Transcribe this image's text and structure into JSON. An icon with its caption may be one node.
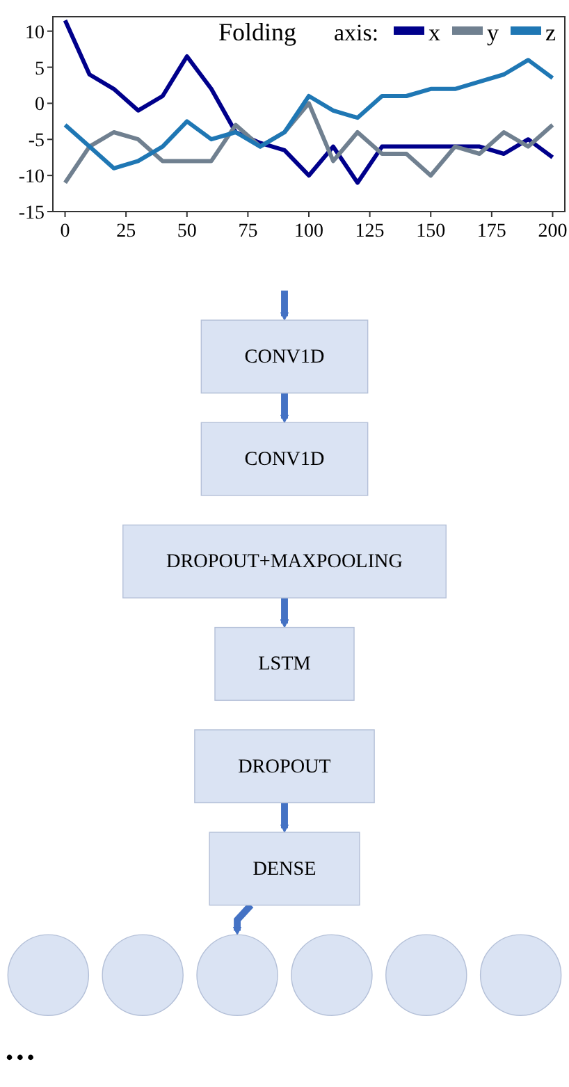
{
  "diagram": {
    "nodes": [
      {
        "text": [
          "CONV1D"
        ]
      },
      {
        "text": [
          "CONV1D"
        ]
      },
      {
        "text": [
          "DROPOUT+MAXPOOLING"
        ]
      },
      {
        "text": [
          "LSTM"
        ]
      },
      {
        "text": [
          "DROPOUT"
        ]
      },
      {
        "text": [
          "DENSE"
        ]
      },
      {
        "text": [],
        "shape": "circle"
      },
      {
        "text": [],
        "shape": "circle"
      },
      {
        "text": [],
        "shape": "circle"
      },
      {
        "text": [],
        "shape": "circle"
      },
      {
        "text": [],
        "shape": "circle"
      },
      {
        "text": [],
        "shape": "circle"
      }
    ],
    "edges": [
      {
        "from": null,
        "to": 0,
        "arrow": "to"
      },
      {
        "from": 0,
        "to": 1,
        "arrow": "to"
      },
      {
        "from": 2,
        "to": 3,
        "arrow": "to"
      },
      {
        "from": 4,
        "to": 5,
        "arrow": "to"
      },
      {
        "from": 5,
        "to": 8,
        "arrow": "to"
      }
    ],
    "labels": [
      "•••"
    ],
    "chart_data": {
      "type": "line",
      "title": "Folding",
      "legend": {
        "title": "axis:"
      },
      "x": [
        0,
        10,
        20,
        30,
        40,
        50,
        60,
        70,
        80,
        90,
        100,
        110,
        120,
        130,
        140,
        150,
        160,
        170,
        180,
        190,
        200
      ],
      "series": [
        {
          "name": "x",
          "color": "#00008b",
          "values": [
            11.5,
            4,
            2,
            -1,
            1,
            6.5,
            2,
            -4,
            -5.5,
            -6.5,
            -10,
            -6,
            -11,
            -6,
            -6,
            -6,
            -6,
            -6,
            -7,
            -5,
            -7.5
          ]
        },
        {
          "name": "y",
          "color": "#708090",
          "values": [
            -11,
            -6,
            -4,
            -5,
            -8,
            -8,
            -8,
            -3,
            -6,
            -4,
            0,
            -8,
            -4,
            -7,
            -7,
            -10,
            -6,
            -7,
            -4,
            -6,
            -3
          ]
        },
        {
          "name": "z",
          "color": "#1f77b4",
          "values": [
            -3,
            -6,
            -9,
            -8,
            -6,
            -2.5,
            -5,
            -4,
            -6,
            -4,
            1,
            -1,
            -2,
            1,
            1,
            2,
            2,
            3,
            4,
            6,
            3.5
          ]
        }
      ],
      "xlim": [
        -5,
        205
      ],
      "ylim": [
        -15,
        12
      ],
      "xticks": [
        0,
        25,
        50,
        75,
        100,
        125,
        150,
        175,
        200
      ],
      "yticks": [
        -15,
        -10,
        -5,
        0,
        5,
        10
      ]
    }
  }
}
